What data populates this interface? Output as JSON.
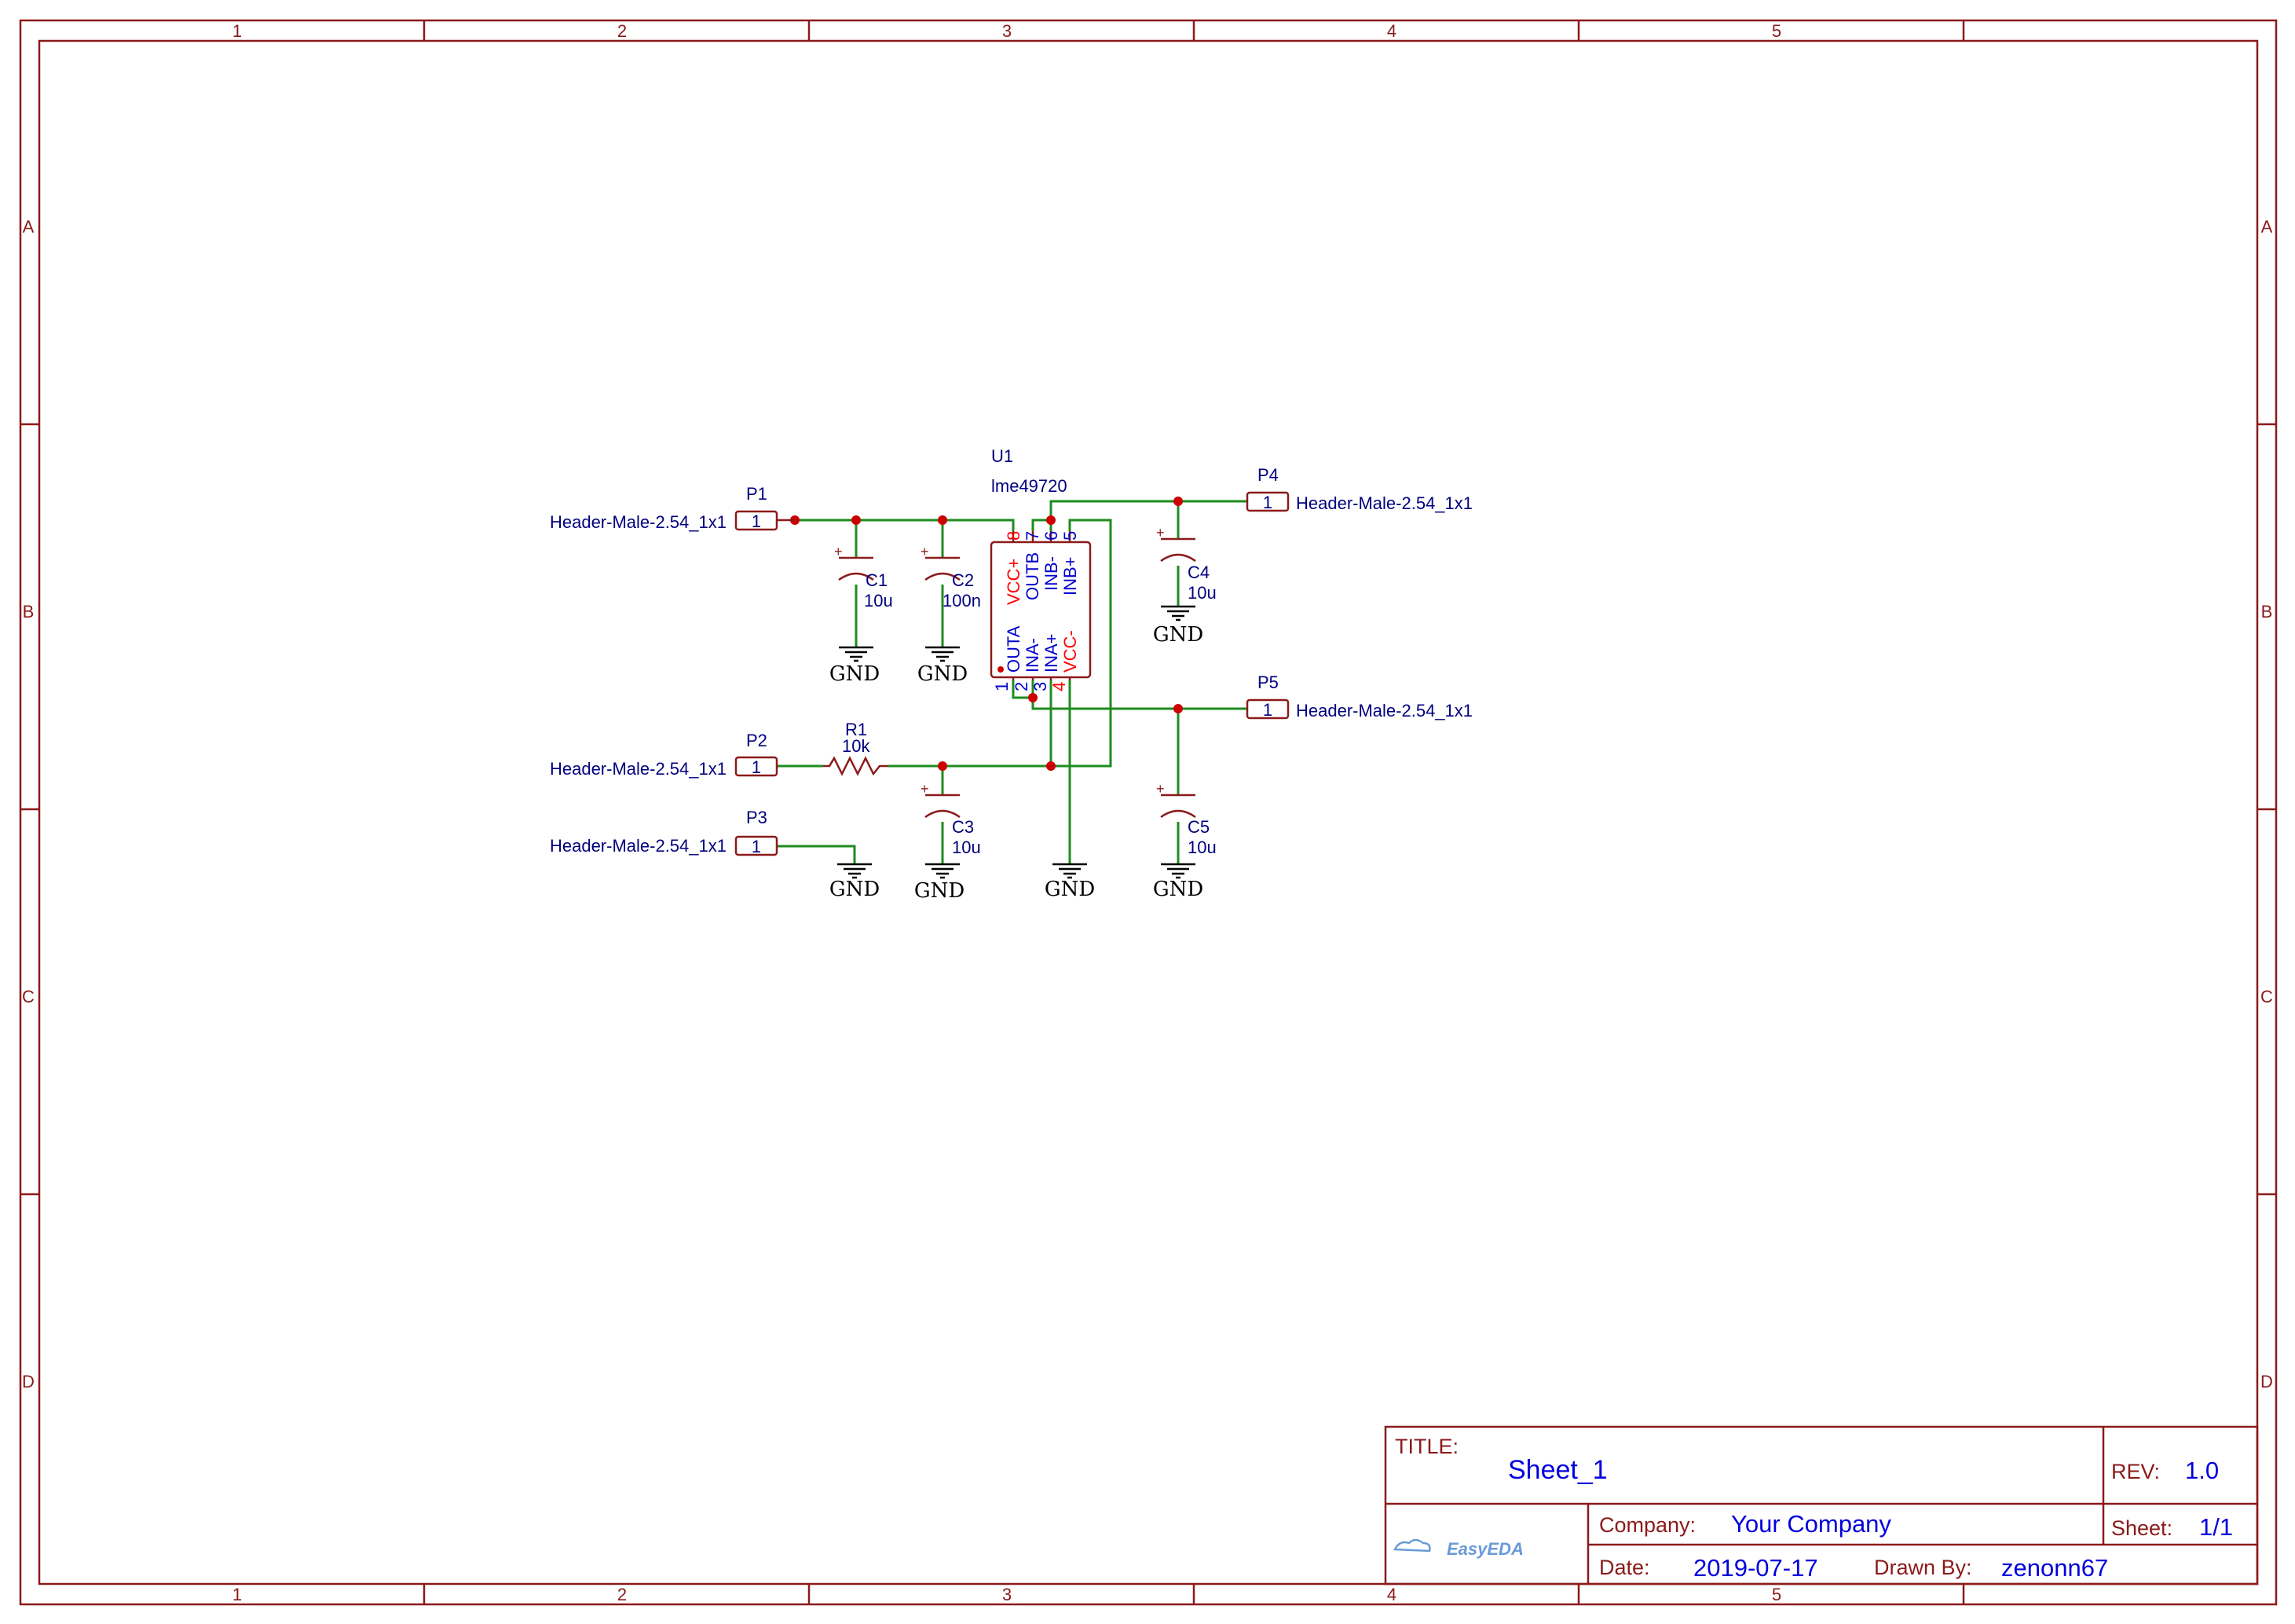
{
  "frame": {
    "columns": [
      "1",
      "2",
      "3",
      "4",
      "5"
    ],
    "rows": [
      "A",
      "B",
      "C",
      "D"
    ]
  },
  "colors": {
    "frame": "#8b1a1a",
    "wire": "#1e8c1e",
    "junction": "#cc0000",
    "label": "#00007f"
  },
  "components": {
    "U1": {
      "ref": "U1",
      "value": "lme49720",
      "pins_top": [
        {
          "num": "8",
          "name": "VCC+",
          "color": "red"
        },
        {
          "num": "7",
          "name": "OUTB",
          "color": "blue"
        },
        {
          "num": "6",
          "name": "INB-",
          "color": "blue"
        },
        {
          "num": "5",
          "name": "INB+",
          "color": "blue"
        }
      ],
      "pins_bottom": [
        {
          "num": "1",
          "name": "OUTA",
          "color": "blue"
        },
        {
          "num": "2",
          "name": "INA-",
          "color": "blue"
        },
        {
          "num": "3",
          "name": "INA+",
          "color": "blue"
        },
        {
          "num": "4",
          "name": "VCC-",
          "color": "red"
        }
      ]
    },
    "P1": {
      "ref": "P1",
      "value": "Header-Male-2.54_1x1",
      "pin": "1"
    },
    "P2": {
      "ref": "P2",
      "value": "Header-Male-2.54_1x1",
      "pin": "1"
    },
    "P3": {
      "ref": "P3",
      "value": "Header-Male-2.54_1x1",
      "pin": "1"
    },
    "P4": {
      "ref": "P4",
      "value": "Header-Male-2.54_1x1",
      "pin": "1"
    },
    "P5": {
      "ref": "P5",
      "value": "Header-Male-2.54_1x1",
      "pin": "1"
    },
    "C1": {
      "ref": "C1",
      "value": "10u"
    },
    "C2": {
      "ref": "C2",
      "value": "100n"
    },
    "C3": {
      "ref": "C3",
      "value": "10u"
    },
    "C4": {
      "ref": "C4",
      "value": "10u"
    },
    "C5": {
      "ref": "C5",
      "value": "10u"
    },
    "R1": {
      "ref": "R1",
      "value": "10k"
    },
    "gnd_label": "GND",
    "cap_plus": "+"
  },
  "title_block": {
    "title_label": "TITLE:",
    "title": "Sheet_1",
    "rev_label": "REV:",
    "rev": "1.0",
    "company_label": "Company:",
    "company": "Your Company",
    "sheet_label": "Sheet:",
    "sheet": "1/1",
    "date_label": "Date:",
    "date": "2019-07-17",
    "drawn_label": "Drawn By:",
    "drawn_by": "zenonn67",
    "logo": "EasyEDA"
  }
}
